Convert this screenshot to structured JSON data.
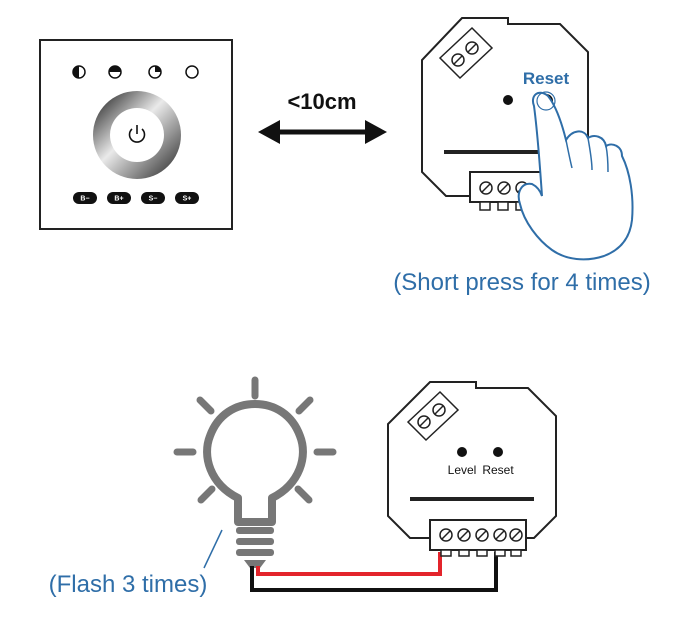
{
  "remote": {
    "buttons": [
      "B−",
      "B+",
      "S−",
      "S+"
    ]
  },
  "distance_label": "<10cm",
  "top_controller": {
    "reset_label": "Reset",
    "instruction": "(Short press for 4 times)"
  },
  "bottom_controller": {
    "level_label": "Level",
    "reset_label": "Reset"
  },
  "lamp": {
    "instruction": "(Flash 3 times)"
  },
  "colors": {
    "instruction_text": "#2f6ea8",
    "wire_live": "#e3242b",
    "wire_neutral": "#111111",
    "bulb_gray": "#777777"
  }
}
